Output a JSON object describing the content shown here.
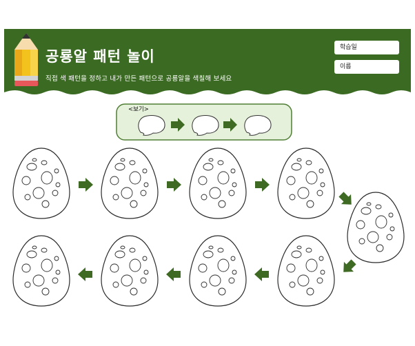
{
  "header": {
    "title": "공룡알 패턴 놀이",
    "subtitle": "직접 색 패턴을 정하고 내가 만든 패턴으로 공룡알을 색칠해 보세요",
    "fields": [
      {
        "label": "학습일"
      },
      {
        "label": "이름"
      }
    ]
  },
  "example": {
    "label": "<보기>"
  },
  "colors": {
    "header_green": "#3b6b22",
    "arrow_green": "#3e6a24",
    "example_bg": "#e6f1db",
    "example_border": "#4f7f34",
    "pencil_yellow": "#f4c21c",
    "pencil_eraser": "#e8575a"
  }
}
